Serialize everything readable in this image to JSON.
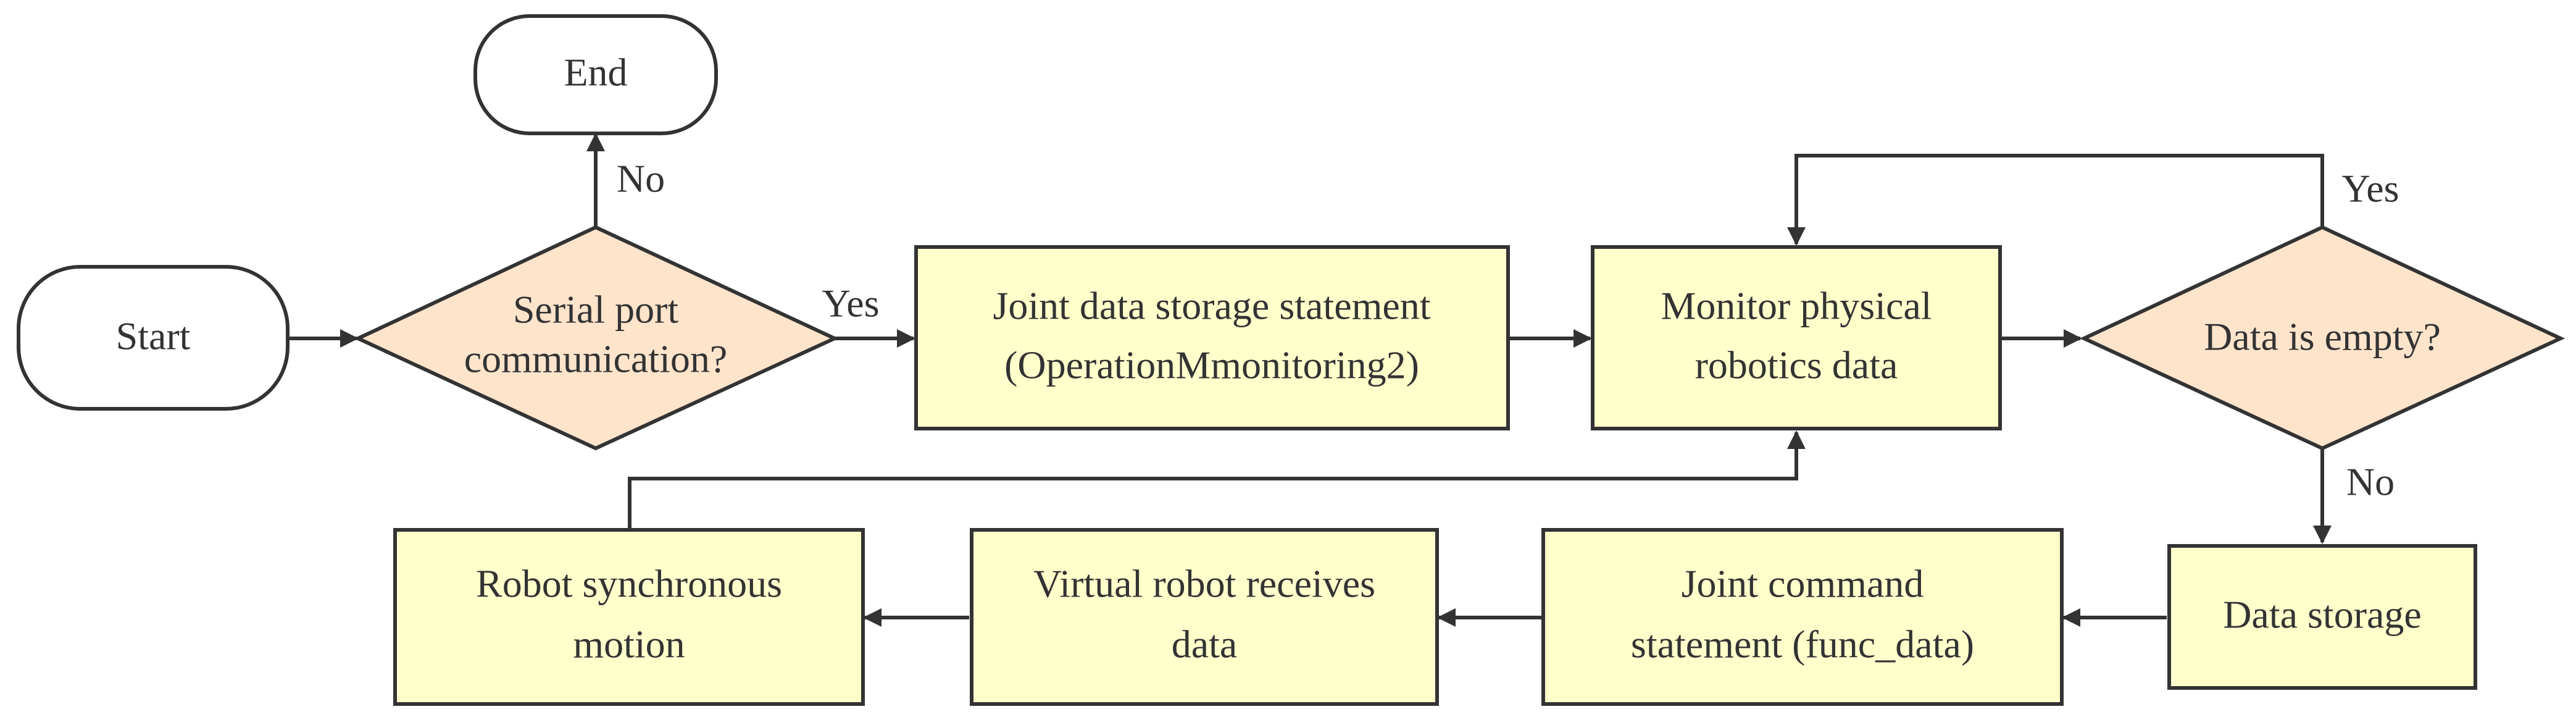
{
  "colors": {
    "terminal_fill": "#ffffff",
    "process_fill": "#ffffcc",
    "decision_fill": "#ffe4cc",
    "stroke": "#333333",
    "text": "#333333"
  },
  "nodes": {
    "end": {
      "label": "End"
    },
    "start": {
      "label": "Start"
    },
    "serial": {
      "line1": "Serial port",
      "line2": "communication?"
    },
    "joint_store": {
      "line1": "Joint data storage statement",
      "line2": "(OperationMmonitoring2)"
    },
    "monitor": {
      "line1": "Monitor physical",
      "line2": "robotics data"
    },
    "empty": {
      "label": "Data is empty?"
    },
    "data_storage": {
      "label": "Data storage"
    },
    "joint_cmd": {
      "line1": "Joint command",
      "line2": "statement (func_data)"
    },
    "virtual": {
      "line1": "Virtual robot receives",
      "line2": "data"
    },
    "sync": {
      "line1": "Robot synchronous",
      "line2": "motion"
    }
  },
  "edge_labels": {
    "serial_no": "No",
    "serial_yes": "Yes",
    "empty_yes": "Yes",
    "empty_no": "No"
  }
}
